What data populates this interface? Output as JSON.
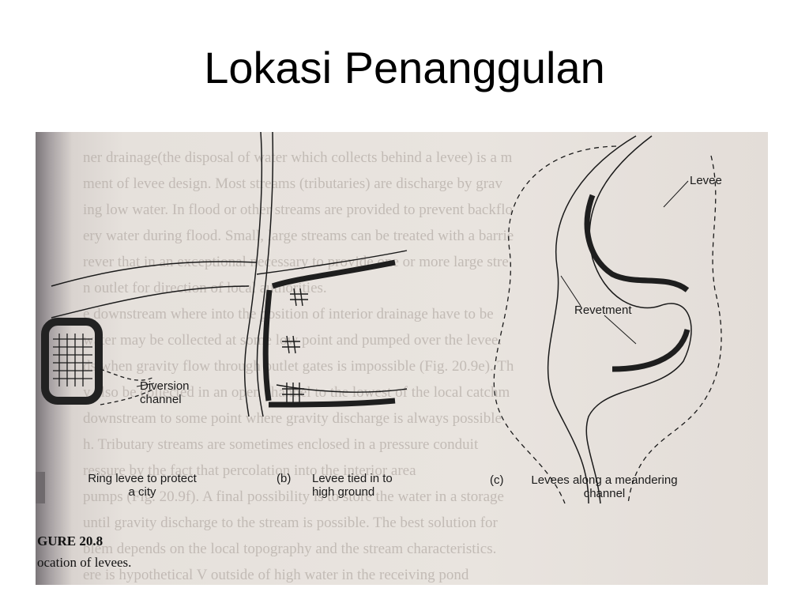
{
  "slide": {
    "title": "Lokasi Penanggulan"
  },
  "figure": {
    "number": "GURE 20.8",
    "caption": "ocation of levees.",
    "panel_a": {
      "caption_line1": "Ring levee to protect",
      "caption_line2": "a city",
      "diversion_label_line1": "Diversion",
      "diversion_label_line2": "channel"
    },
    "panel_b": {
      "marker": "(b)",
      "caption_line1": "Levee tied in to",
      "caption_line2": "high ground"
    },
    "panel_c": {
      "marker": "(c)",
      "caption_line1": "Levees along a meandering",
      "caption_line2": "channel",
      "levee_label": "Levee",
      "revetment_label": "Revetment"
    }
  },
  "bleed_text": [
    "ner drainage(the disposal of water which collects behind a levee) is a m",
    "ment of levee design. Most streams (tributaries) are discharge by grav",
    "ing low water. In flood or other streams are provided to prevent backflo",
    "ery water during flood. Small, large streams can be treated with a barrie",
    "rever that in an exceptional necessary to provide one or more large stre",
    "n outlet for direction of local authorities.",
    "e downstream where into the position of interior drainage have to be",
    "water may be collected at some low point and pumped over the levee.",
    "ds when gravity flow through outlet gates is impossible (Fig. 20.9e). Th",
    "y also be collected in an open channel to the lowest of the local catchm",
    "downstream to some point where gravity discharge is always possible",
    "h. Tributary streams are sometimes enclosed in a pressure conduit",
    "ressure by the fact that percolation into the interior area",
    "pumps (Fig. 20.9f). A final possibility is to store the water in a storage",
    "until gravity discharge to the stream is possible. The best solution for",
    "blem depends on the local topography and the stream characteristics.",
    "ere is hypothetical V outside of high water in the receiving pond"
  ]
}
